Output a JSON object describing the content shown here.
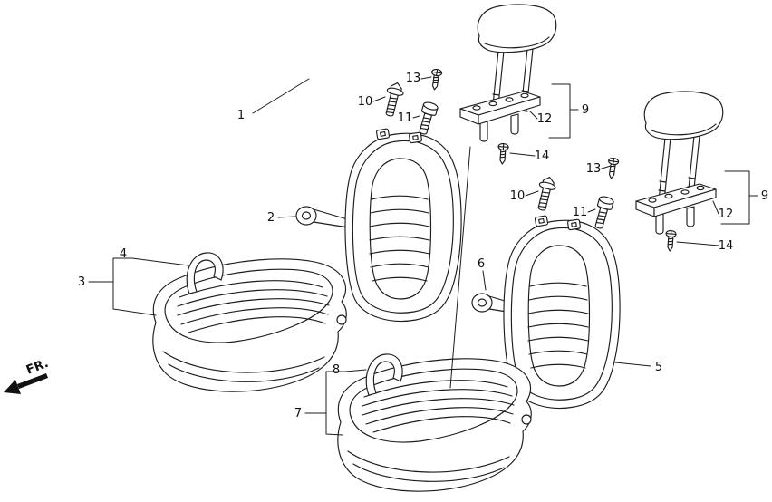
{
  "diagram": {
    "fr_label": "FR.",
    "callouts": {
      "n1": "1",
      "n2": "2",
      "n3": "3",
      "n4": "4",
      "n5": "5",
      "n6": "6",
      "n7": "7",
      "n8": "8",
      "n9": "9",
      "n10": "10",
      "n11": "11",
      "n12": "12",
      "n13": "13",
      "n14": "14"
    }
  }
}
